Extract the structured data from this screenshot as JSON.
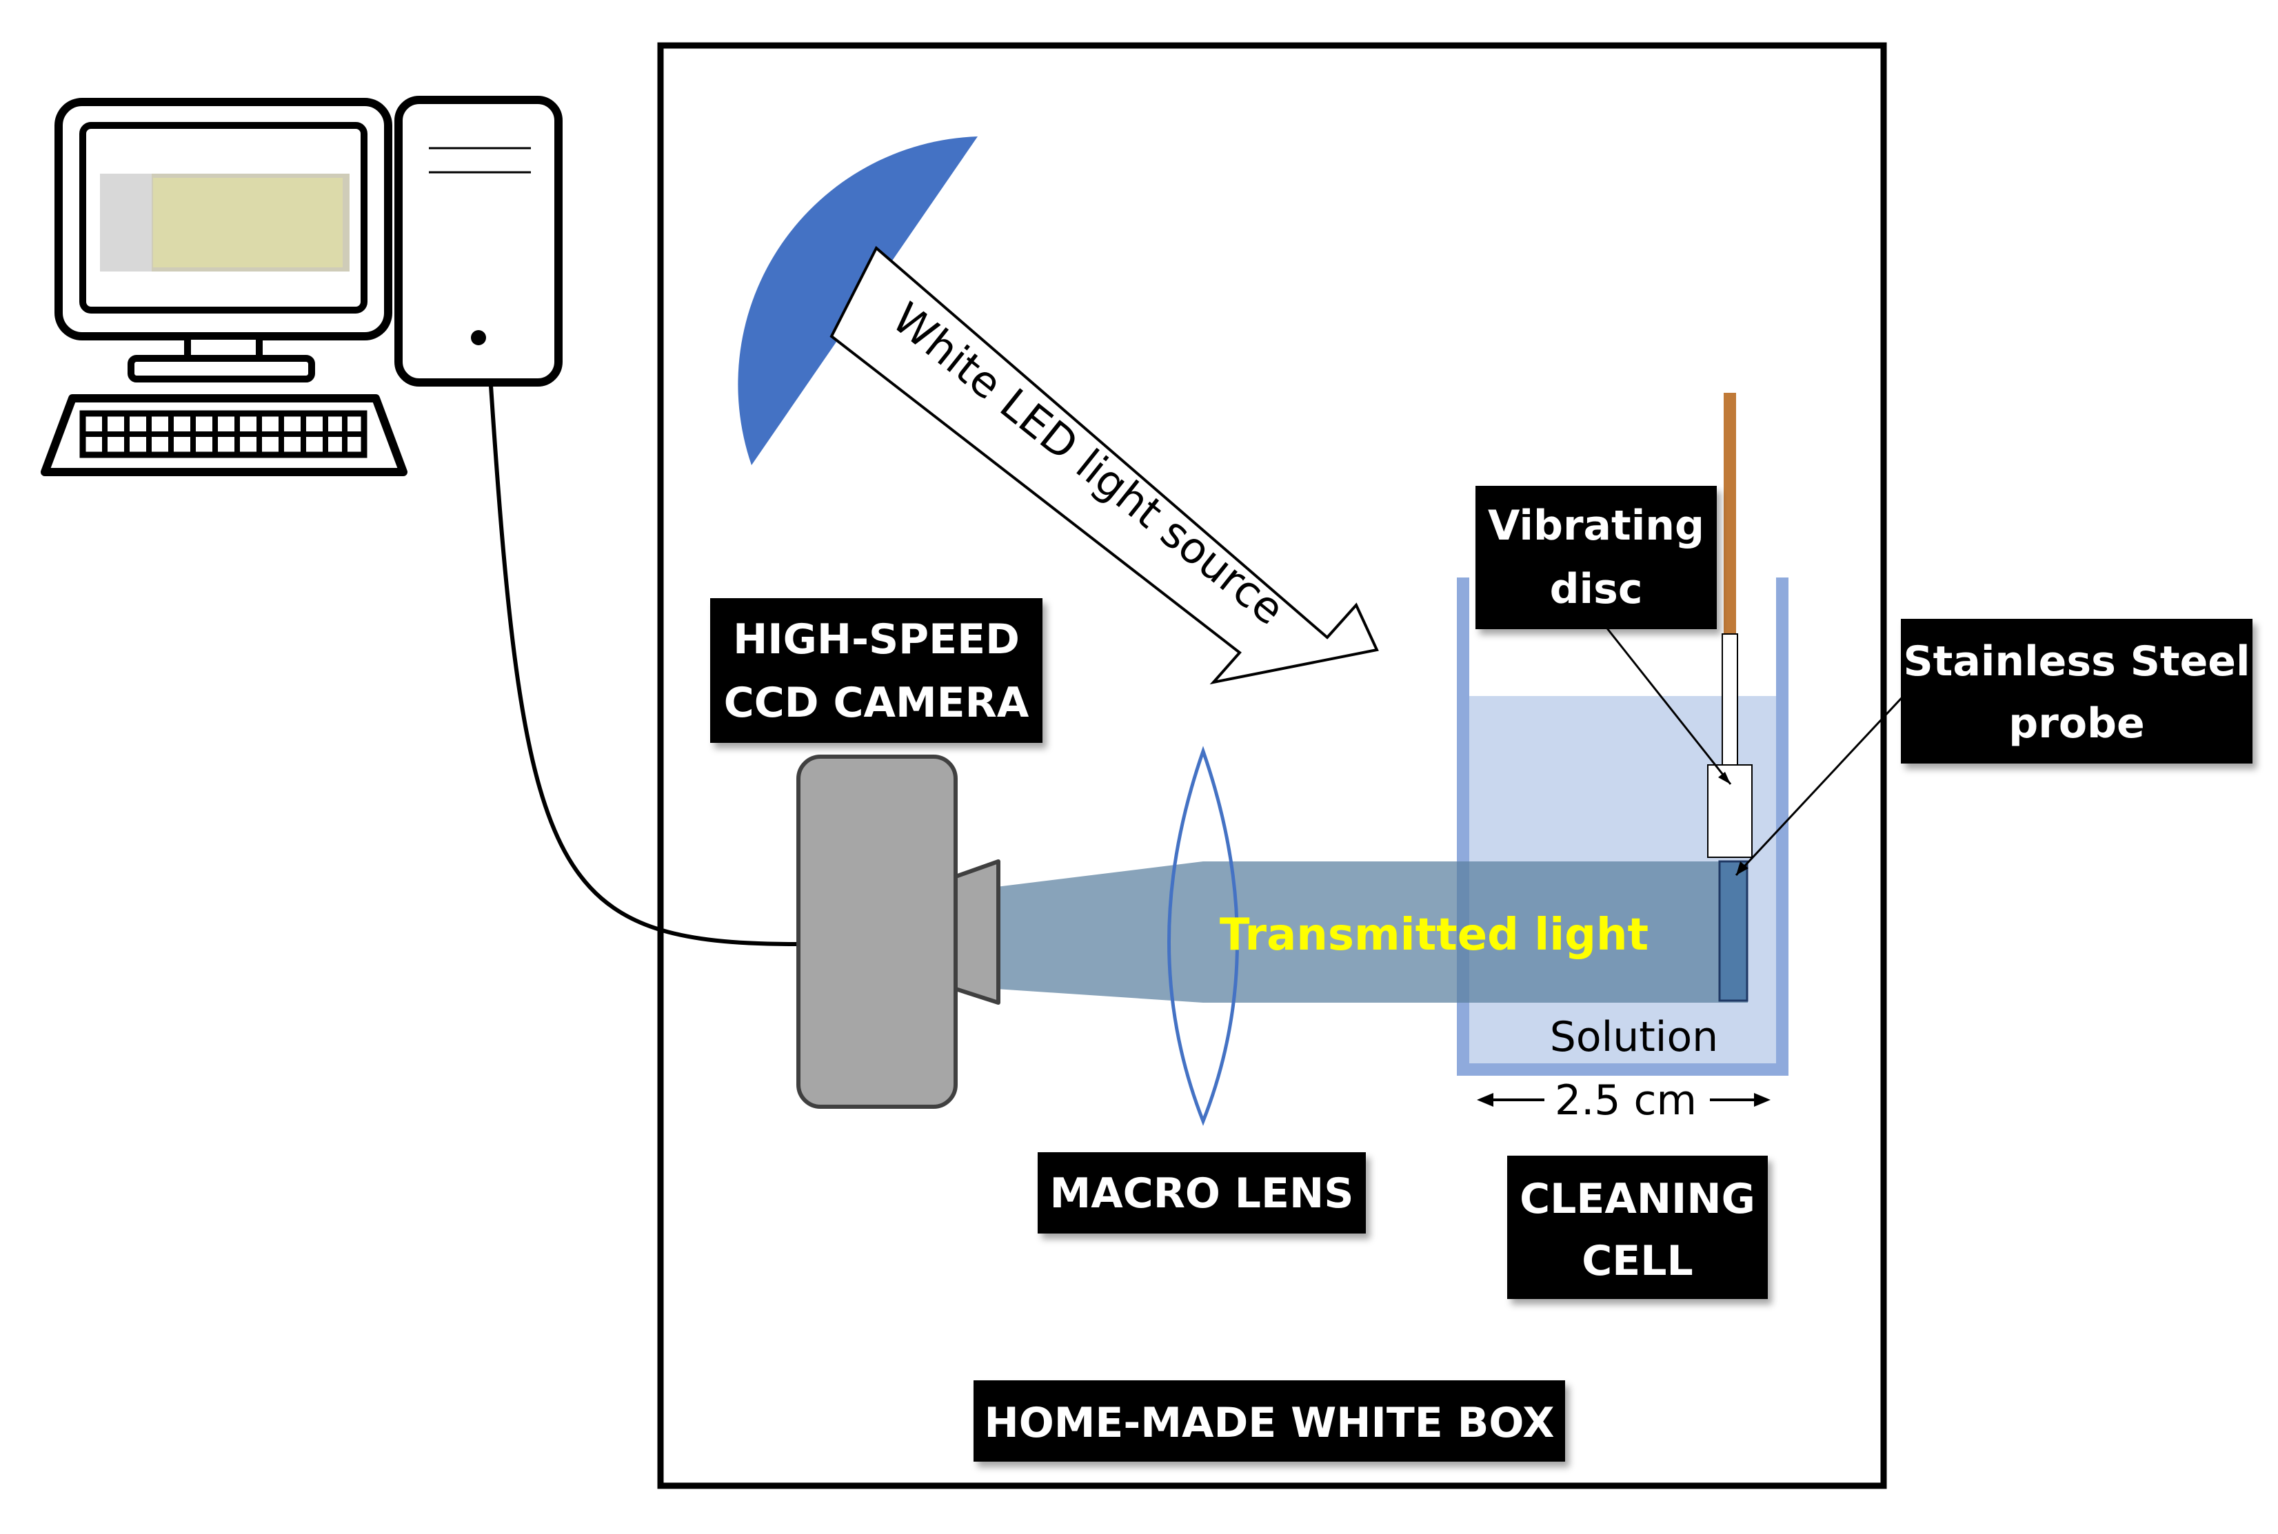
{
  "labels": {
    "camera_line1": "HIGH-SPEED",
    "camera_line2": "CCD CAMERA",
    "lens": "MACRO LENS",
    "cell_line1": "CLEANING",
    "cell_line2": "CELL",
    "box": "HOME-MADE WHITE BOX",
    "disc_line1": "Vibrating",
    "disc_line2": "disc",
    "probe_line1": "Stainless Steel",
    "probe_line2": "probe"
  },
  "annotations": {
    "light_source": "White LED light source",
    "transmitted": "Transmitted light",
    "solution": "Solution",
    "width": "2.5 cm"
  },
  "colors": {
    "led_blue": "#4472C4",
    "beam": "#5A7FA0",
    "solution": "#C9D7EE",
    "cell_wall": "#8FAADC",
    "transmitted_text": "#FFFF00",
    "label_bg": "#000000",
    "camera_body": "#A6A6A6",
    "lens_stroke": "#4472C4",
    "rod": "#C07A38"
  }
}
